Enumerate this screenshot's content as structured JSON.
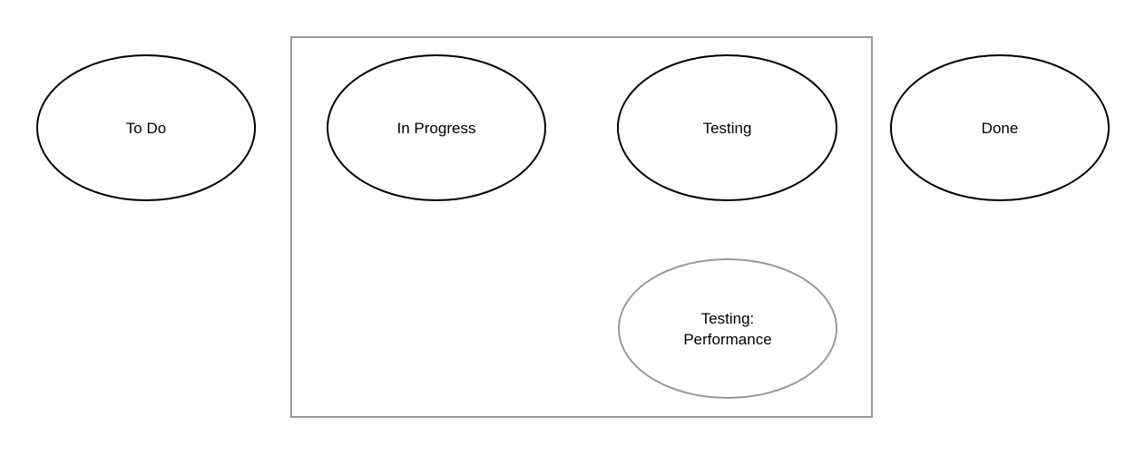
{
  "diagram": {
    "type": "state-diagram",
    "colors": {
      "background": "#ffffff",
      "node_fill": "#ffffff",
      "node_stroke": "#000000",
      "secondary_stroke": "#999999",
      "text": "#000000"
    },
    "nodes": [
      {
        "id": "to-do",
        "label": "To Do",
        "stroke": "#000000",
        "container": "none"
      },
      {
        "id": "in-progress",
        "label": "In Progress",
        "stroke": "#000000",
        "container": "group"
      },
      {
        "id": "testing",
        "label": "Testing",
        "stroke": "#000000",
        "container": "group"
      },
      {
        "id": "testing-performance",
        "label": "Testing:\nPerformance",
        "stroke": "#999999",
        "container": "group"
      },
      {
        "id": "done",
        "label": "Done",
        "stroke": "#000000",
        "container": "none"
      }
    ],
    "group": {
      "label": "",
      "stroke": "#999999"
    }
  }
}
